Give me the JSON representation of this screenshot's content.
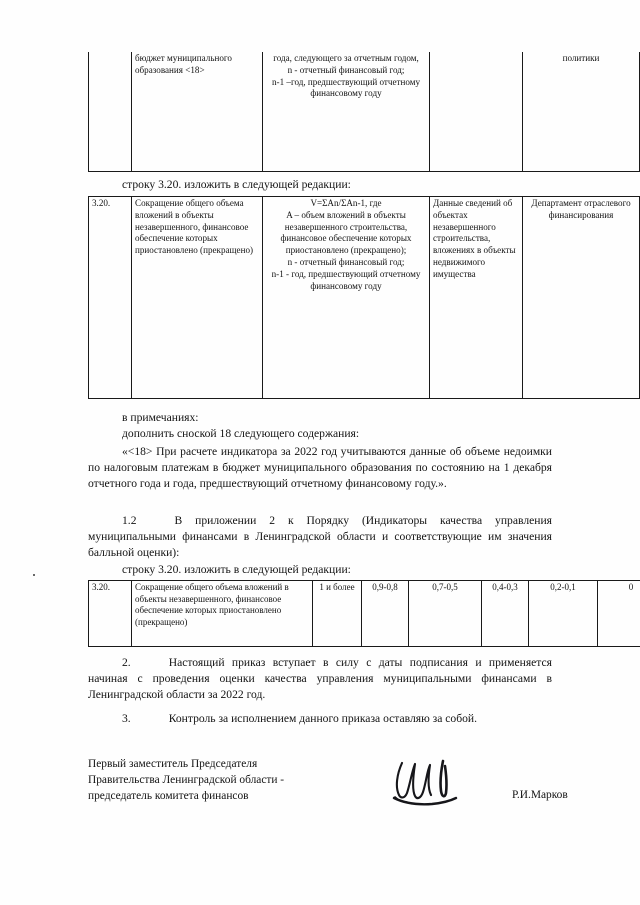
{
  "document": {
    "language": "ru",
    "ink_color": "#131313"
  },
  "table_top": {
    "row": {
      "number": "",
      "indicator": "бюджет муниципального образования  <18>",
      "formula": "года, следующего за отчетным годом,\nn - отчетный финансовый год;\nn-1 –год, предшествующий отчетному финансовому году",
      "source": "",
      "responsible": "политики"
    }
  },
  "captions": {
    "line_320_first": "строку 3.20. изложить в следующей редакции:",
    "line_320_second": "строку 3.20. изложить в следующей редакции:"
  },
  "table_mid": {
    "row": {
      "number": "3.20.",
      "indicator": "Сокращение общего объема вложений в объекты незавершенного, финансовое обеспечение которых приостановлено (прекращено)",
      "formula": "V=ΣAn/ΣAn-1, где\nA – объем вложений в объекты незавершенного строительства, финансовое обеспечение которых приостановлено (прекращено);\nn - отчетный финансовый год;\nn-1 - год, предшествующий отчетному финансовому году",
      "source": "Данные сведений об объектах незавершенного строительства, вложениях в объекты недвижимого имущества",
      "responsible": "Департамент отраслевого финансирования"
    }
  },
  "paragraphs": {
    "note_header": "в примечаниях:",
    "footnote_intro": "дополнить сноской 18 следующего содержания:",
    "footnote_text": "«<18> При расчете индикатора за 2022 год учитываются данные об объеме недоимки по налоговым платежам в бюджет муниципального образования по состоянию на 1 декабря отчетного года и года, предшествующий отчетному финансовому году.».",
    "item_1_2_number": "1.2",
    "item_1_2_text": "В приложении 2 к Порядку (Индикаторы качества управления муниципальными финансами в Ленинградской области и соответствующие им значения балльной оценки):",
    "item_2_number": "2.",
    "item_2_text": "Настоящий приказ вступает в силу с даты подписания и применяется начиная с проведения оценки качества управления муниципальными финансами в Ленинградской области за 2022 год.",
    "item_3_number": "3.",
    "item_3_text": "Контроль за исполнением данного приказа оставляю за собой."
  },
  "table_bottom": {
    "row": {
      "number": "3.20.",
      "indicator": "Сокращение общего объема вложений в объекты незавершенного, финансовое обеспечение которых приостановлено (прекращено)",
      "score_1": "1 и более",
      "score_2": "0,9-0,8",
      "score_3": "0,7-0,5",
      "score_4": "0,4-0,3",
      "score_5": "0,2-0,1",
      "score_6": "0"
    }
  },
  "signature": {
    "title_line_1": "Первый заместитель Председателя",
    "title_line_2": "Правительства Ленинградской области -",
    "title_line_3": "председатель комитета финансов",
    "name": "Р.И.Марков"
  }
}
